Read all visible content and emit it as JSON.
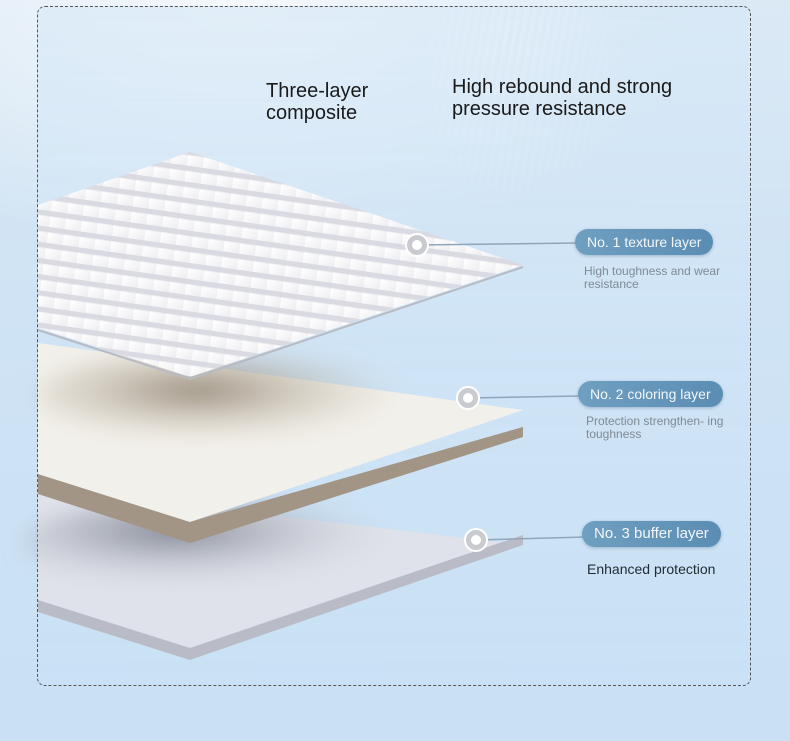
{
  "headings": {
    "left": "Three-layer composite",
    "right": "High rebound and strong pressure resistance"
  },
  "layers": [
    {
      "label": "No. 1 texture layer",
      "description": "High toughness and wear resistance"
    },
    {
      "label": "No. 2 coloring layer",
      "description": "Protection strengthen- ing toughness"
    },
    {
      "label": "No. 3 buffer layer",
      "description": "Enhanced protection"
    }
  ],
  "colors": {
    "background": "#cfe3f4",
    "label_pill": "#6a9bbf",
    "layer_top": "#f4f4f6",
    "layer_middle": "#f1efe9",
    "layer_middle_edge": "#a09280",
    "layer_bottom": "#d9dde6"
  }
}
